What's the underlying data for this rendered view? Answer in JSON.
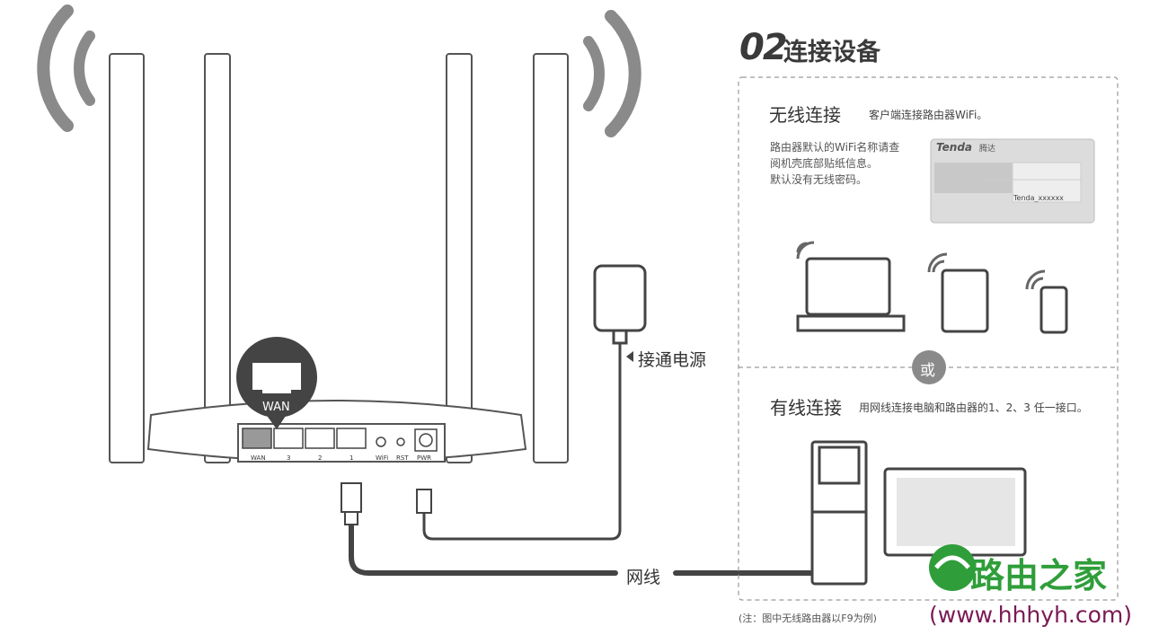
{
  "header": {
    "number": "02",
    "title": "连接设备"
  },
  "wireless": {
    "heading": "无线连接",
    "subheading": "客户端连接路由器WiFi。",
    "note_lines": [
      "路由器默认的WiFi名称请查",
      "阅机壳底部贴纸信息。",
      "默认没有无线密码。"
    ],
    "label_brand": "Tenda",
    "label_brand_cn": "腾达",
    "label_ssid": "Tenda_xxxxxx"
  },
  "divider": {
    "or_label": "或"
  },
  "wired": {
    "heading": "有线连接",
    "subheading": "用网线连接电脑和路由器的1、2、3 任一接口。"
  },
  "router": {
    "wan_callout": "WAN",
    "ports": [
      "WAN",
      "3",
      "2",
      "1",
      "WiFi",
      "RST",
      "PWR"
    ]
  },
  "labels": {
    "power": "接通电源",
    "cable": "网线",
    "footnote": "(注：图中无线路由器以F9为例)"
  },
  "watermark": {
    "name": "路由之家",
    "url": "(www.hhhyh.com)"
  },
  "colors": {
    "line": "#4a4a4a",
    "accent": "#2f9e3a",
    "watermark_url": "#7a1a55"
  }
}
